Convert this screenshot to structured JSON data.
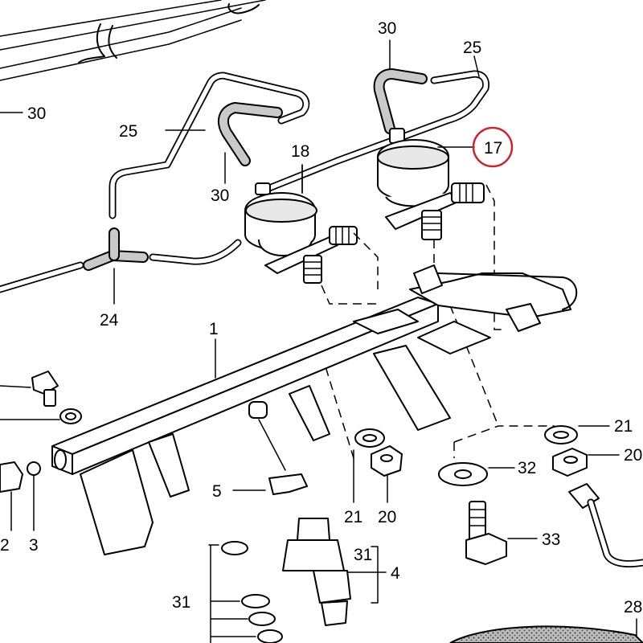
{
  "diagram": {
    "highlight_color": "#d0222a",
    "labels": {
      "p30_top": "30",
      "p25_top": "25",
      "p30_left": "30",
      "p25_mid": "25",
      "p17": "17",
      "p18": "18",
      "p30_mid": "30",
      "p24": "24",
      "p1": "1",
      "p5": "5",
      "p21_mid": "21",
      "p20_mid": "20",
      "p21_right": "21",
      "p20_right": "20",
      "p32": "32",
      "p33": "33",
      "p31_right": "31",
      "p4": "4",
      "p31_left": "31",
      "p2": "2",
      "p3": "3",
      "p28": "28"
    }
  }
}
